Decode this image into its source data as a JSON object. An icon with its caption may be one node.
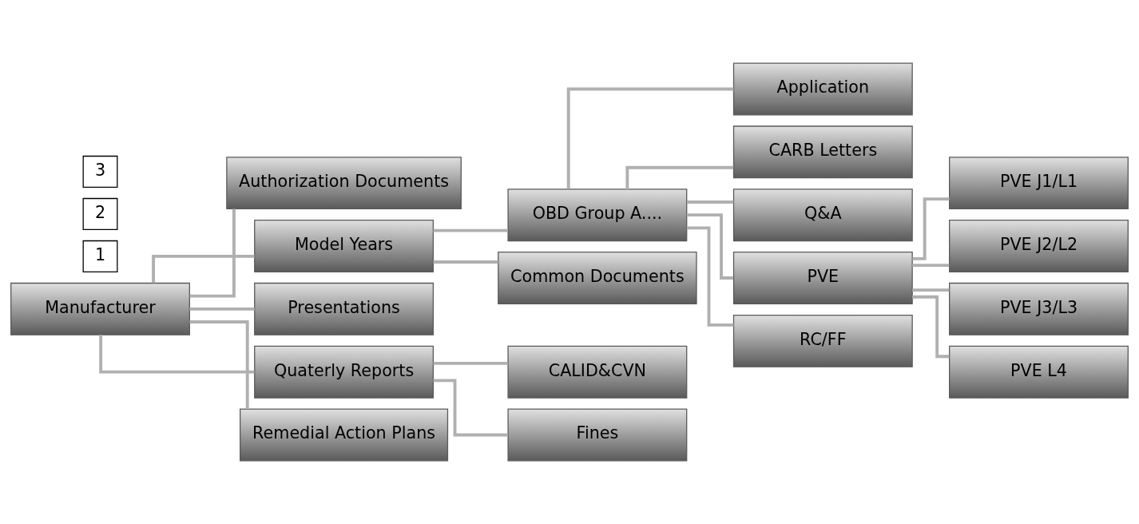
{
  "diagram": {
    "nodes": [
      {
        "text": [
          "Manufacturer"
        ]
      },
      {
        "text": [
          "Authorization Documents"
        ]
      },
      {
        "text": [
          "Model Years"
        ]
      },
      {
        "text": [
          "Presentations"
        ]
      },
      {
        "text": [
          "Quaterly Reports"
        ]
      },
      {
        "text": [
          "Remedial Action Plans"
        ]
      },
      {
        "text": [
          "OBD Group A...."
        ]
      },
      {
        "text": [
          "Common Documents"
        ]
      },
      {
        "text": [
          "CALID&CVN"
        ]
      },
      {
        "text": [
          "Fines"
        ]
      },
      {
        "text": [
          "Application"
        ]
      },
      {
        "text": [
          "CARB Letters"
        ]
      },
      {
        "text": [
          "Q&A"
        ]
      },
      {
        "text": [
          "PVE"
        ]
      },
      {
        "text": [
          "RC/FF"
        ]
      },
      {
        "text": [
          "PVE J1/L1"
        ]
      },
      {
        "text": [
          "PVE J2/L2"
        ]
      },
      {
        "text": [
          "PVE J3/L3"
        ]
      },
      {
        "text": [
          "PVE L4"
        ]
      }
    ],
    "edges": [
      {
        "from": 0,
        "to": 1,
        "arrow": "none"
      },
      {
        "from": 0,
        "to": 2,
        "arrow": "none"
      },
      {
        "from": 0,
        "to": 3,
        "arrow": "none"
      },
      {
        "from": 0,
        "to": 4,
        "arrow": "none"
      },
      {
        "from": 0,
        "to": 5,
        "arrow": "none"
      },
      {
        "from": 2,
        "to": 6,
        "arrow": "none"
      },
      {
        "from": 2,
        "to": 7,
        "arrow": "none"
      },
      {
        "from": 4,
        "to": 8,
        "arrow": "none"
      },
      {
        "from": 4,
        "to": 9,
        "arrow": "none"
      },
      {
        "from": 6,
        "to": 10,
        "arrow": "none"
      },
      {
        "from": 6,
        "to": 11,
        "arrow": "none"
      },
      {
        "from": 6,
        "to": 12,
        "arrow": "none"
      },
      {
        "from": 6,
        "to": 13,
        "arrow": "none"
      },
      {
        "from": 6,
        "to": 14,
        "arrow": "none"
      },
      {
        "from": 13,
        "to": 15,
        "arrow": "none"
      },
      {
        "from": 13,
        "to": 16,
        "arrow": "none"
      },
      {
        "from": 13,
        "to": 17,
        "arrow": "none"
      },
      {
        "from": 13,
        "to": 18,
        "arrow": "none"
      }
    ],
    "labels": [
      "1",
      "2",
      "3"
    ]
  }
}
